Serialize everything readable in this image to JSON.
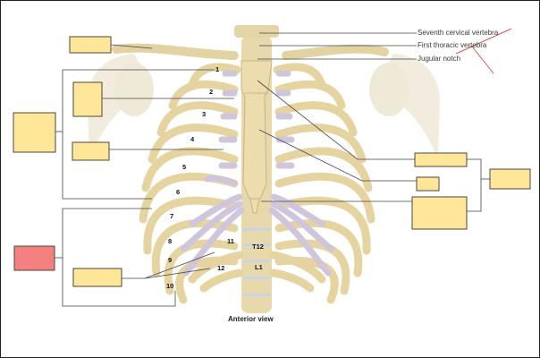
{
  "annotations": {
    "seventh_cervical": "Seventh cervical vertebra",
    "first_thoracic": "First thoracic vertebra",
    "jugular_notch": "Jugular notch"
  },
  "rib_numbers": [
    "1",
    "2",
    "3",
    "4",
    "5",
    "6",
    "7",
    "8",
    "9",
    "10",
    "11",
    "12"
  ],
  "vertebra_labels": {
    "t12": "T12",
    "l1": "L1"
  },
  "caption": "Anterior view",
  "colors": {
    "bone": "#e8d9ac",
    "bone_dark": "#c9b57e",
    "cartilage": "#cfc6dc",
    "shoulder": "#ebe4d0",
    "label_fill": "#ffe699",
    "label_highlight": "#f4807f",
    "leader": "#444444",
    "strike": "#d9534f"
  }
}
